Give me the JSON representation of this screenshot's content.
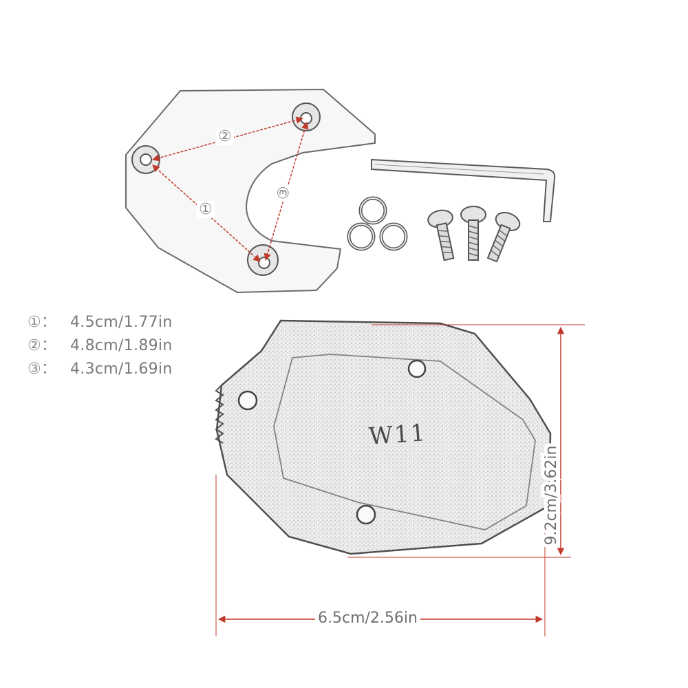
{
  "colors": {
    "dimension_line": "#c0392b",
    "part_outline": "#6a6a6a",
    "part_fill": "#f2f2f2",
    "text_gray": "#7a7a7a"
  },
  "markers": {
    "one": "①",
    "two": "②",
    "three": "③"
  },
  "specs": [
    {
      "marker": "①：",
      "value": "4.5cm/1.77in"
    },
    {
      "marker": "②：",
      "value": "4.8cm/1.89in"
    },
    {
      "marker": "③：",
      "value": "4.3cm/1.69in"
    }
  ],
  "dimensions": {
    "height": "9.2cm/3.62in",
    "width": "6.5cm/2.56in"
  },
  "engraving": "W11",
  "icons": {
    "hex_key": "allen-wrench-icon",
    "washers": "washer-icon",
    "bolts": "bolt-icon"
  }
}
